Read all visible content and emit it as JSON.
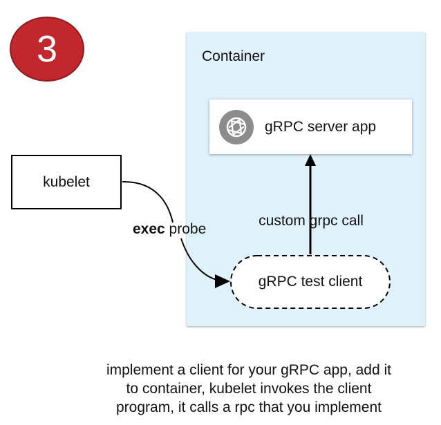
{
  "step": {
    "number": "3"
  },
  "container": {
    "label": "Container"
  },
  "server": {
    "label": "gRPC server app",
    "icon": "aperture-icon"
  },
  "kubelet": {
    "label": "kubelet"
  },
  "client": {
    "label": "gRPC test client"
  },
  "edges": {
    "call_label": "custom grpc call",
    "probe_bold": "exec",
    "probe_rest": " probe"
  },
  "caption": {
    "lines": [
      "implement a client for your gRPC app, add it",
      "to container, kubelet invokes the client",
      "program, it calls a rpc that you implement"
    ]
  },
  "colors": {
    "badge": "#c1272d",
    "container_bg": "#dff1fb",
    "icon_gray": "#8c8c8c"
  }
}
